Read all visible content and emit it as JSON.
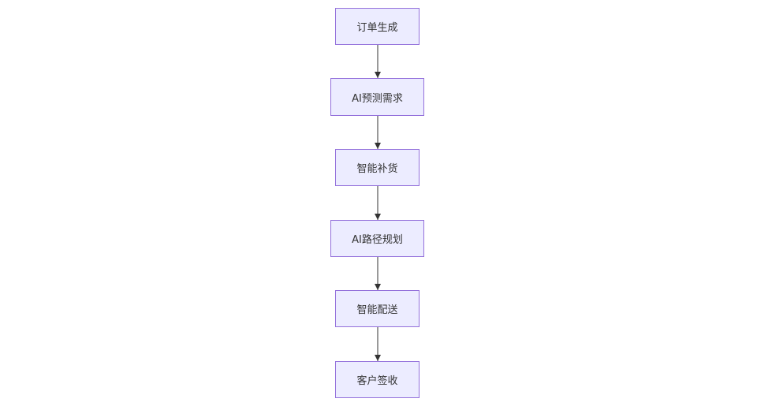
{
  "flowchart": {
    "nodes": [
      {
        "label": "订单生成"
      },
      {
        "label": "AI预测需求"
      },
      {
        "label": "智能补货"
      },
      {
        "label": "AI路径规划"
      },
      {
        "label": "智能配送"
      },
      {
        "label": "客户签收"
      }
    ],
    "edges": [
      {
        "from": 0,
        "to": 1
      },
      {
        "from": 1,
        "to": 2
      },
      {
        "from": 2,
        "to": 3
      },
      {
        "from": 3,
        "to": 4
      },
      {
        "from": 4,
        "to": 5
      }
    ],
    "colors": {
      "node_fill": "#ececff",
      "node_border": "#9370db",
      "edge": "#333333",
      "text": "#333333"
    }
  }
}
